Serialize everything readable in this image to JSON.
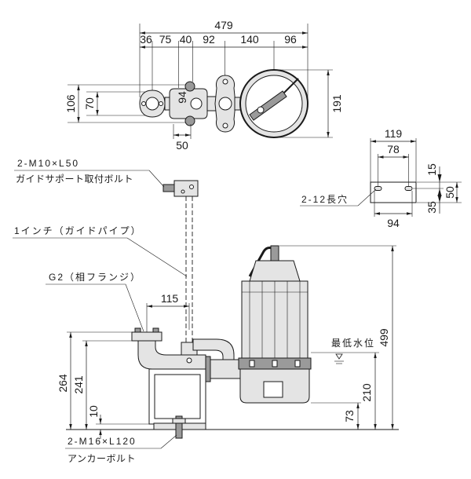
{
  "plan_view": {
    "overall_width": "479",
    "segments": [
      "36",
      "75",
      "40",
      "92",
      "140",
      "96"
    ],
    "height_106": "106",
    "height_70": "70",
    "guide_94": "94",
    "pump_diameter": "191",
    "support_width": "50"
  },
  "support_detail": {
    "width_119": "119",
    "width_78": "78",
    "width_94": "94",
    "height_15": "15",
    "height_50": "50",
    "height_35": "35",
    "slot_label": "2-12長穴"
  },
  "elevation": {
    "guide_bolt_spec": "2-M10×L50",
    "guide_bolt_name": "ガイドサポート取付ボルト",
    "guide_pipe_label": "1インチ（ガイドパイプ）",
    "flange_label": "G2（相フランジ）",
    "offset_115": "115",
    "min_water_level": "最低水位",
    "total_height": "499",
    "water_level_height": "210",
    "discharge_height": "73",
    "flange_top_height": "264",
    "flange_bottom_height": "241",
    "base_height": "10",
    "anchor_bolt_spec": "2-M16×L120",
    "anchor_bolt_name": "アンカーボルト"
  }
}
